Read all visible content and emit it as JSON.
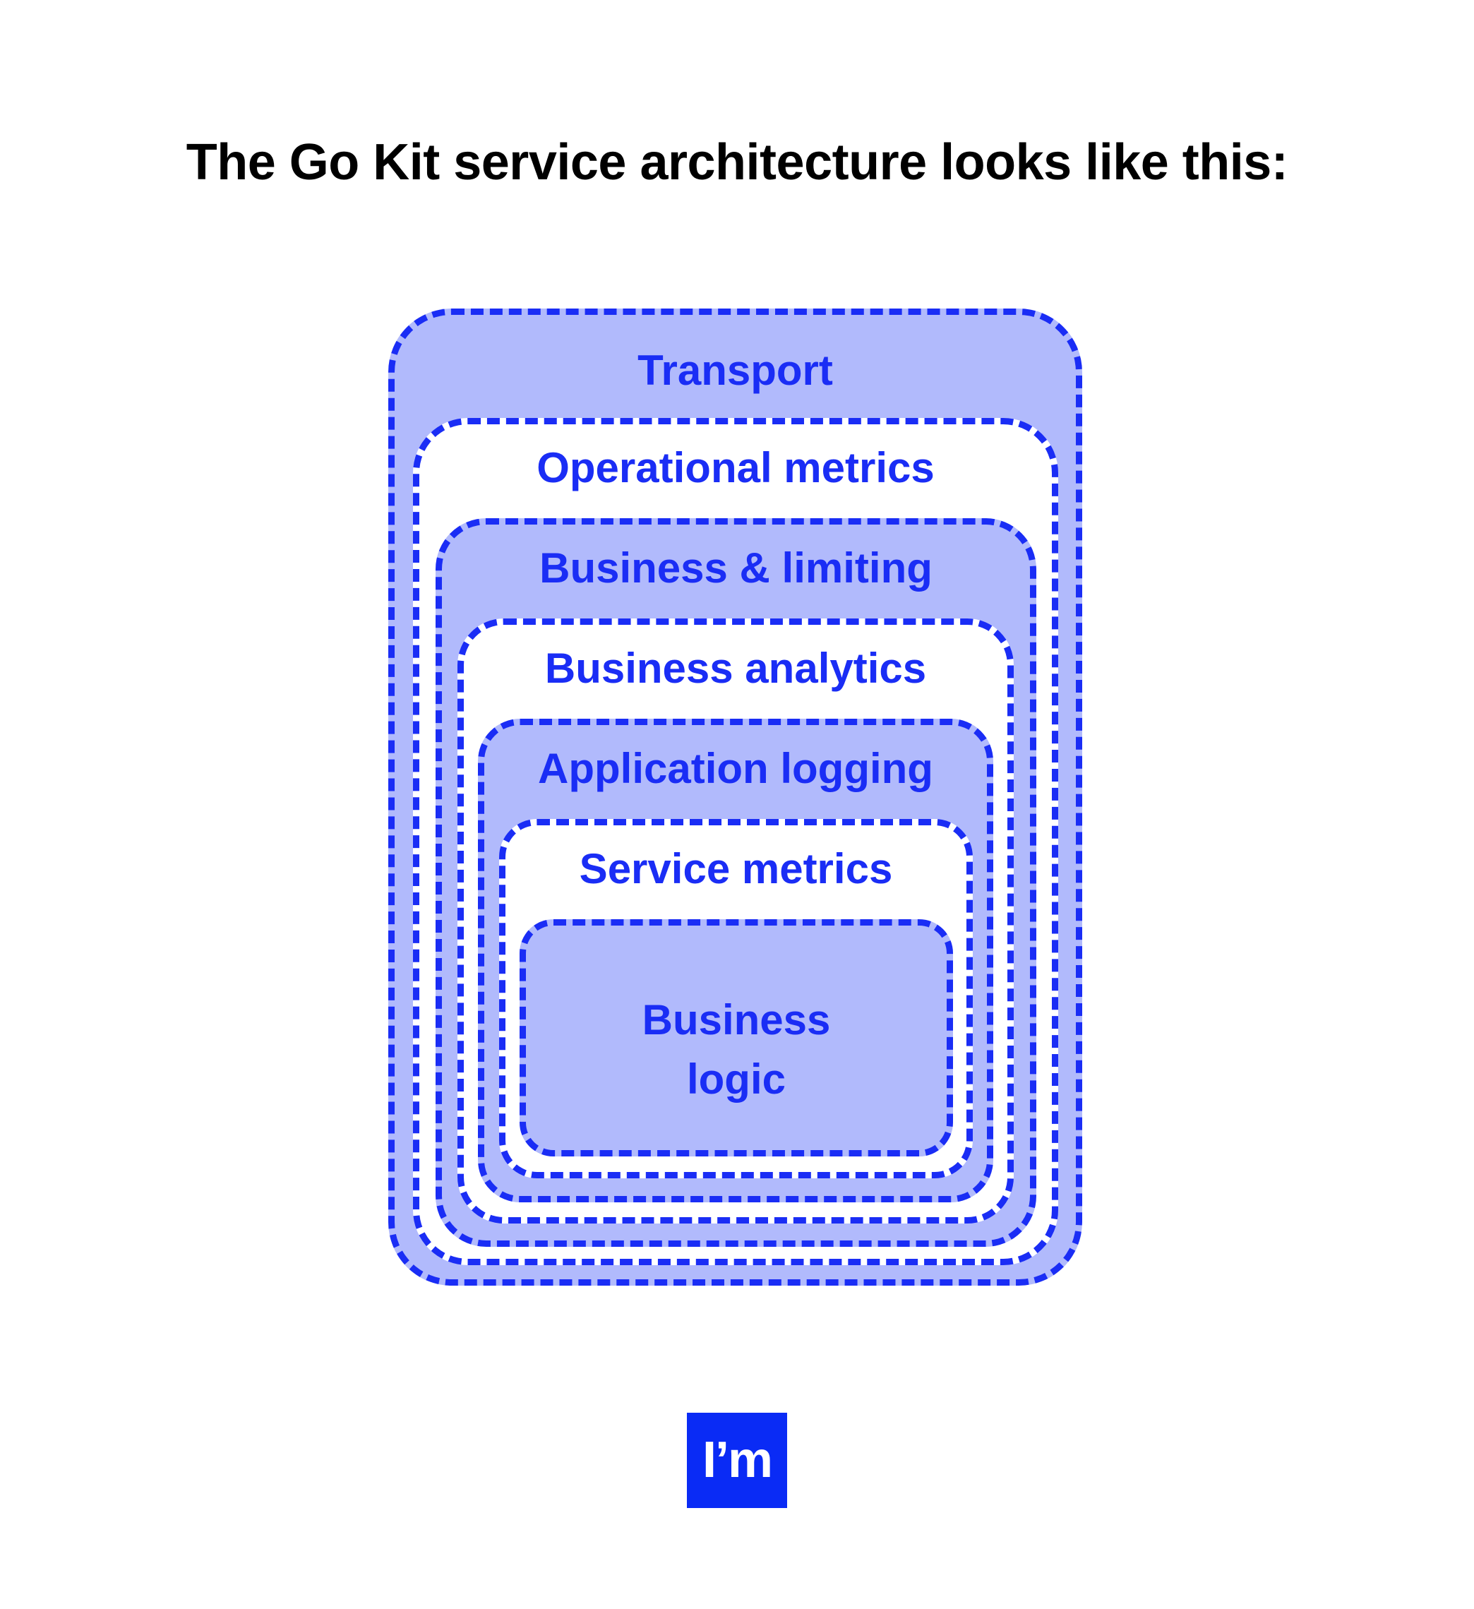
{
  "title": "The Go Kit service architecture looks like this:",
  "layers": [
    {
      "label": "Transport",
      "fill": "#B1BAFC"
    },
    {
      "label": "Operational metrics",
      "fill": "#FFFFFF"
    },
    {
      "label": "Business & limiting",
      "fill": "#B1BAFC"
    },
    {
      "label": "Business analytics",
      "fill": "#FFFFFF"
    },
    {
      "label": "Application logging",
      "fill": "#B1BAFC"
    },
    {
      "label": "Service metrics",
      "fill": "#FFFFFF"
    }
  ],
  "core": {
    "line1": "Business",
    "line2": "logic",
    "fill": "#B1BAFC"
  },
  "logo": {
    "text": "I’m",
    "color": "#0A2BF5"
  },
  "colors": {
    "accent": "#1A2DF5",
    "light_fill": "#B1BAFC"
  }
}
